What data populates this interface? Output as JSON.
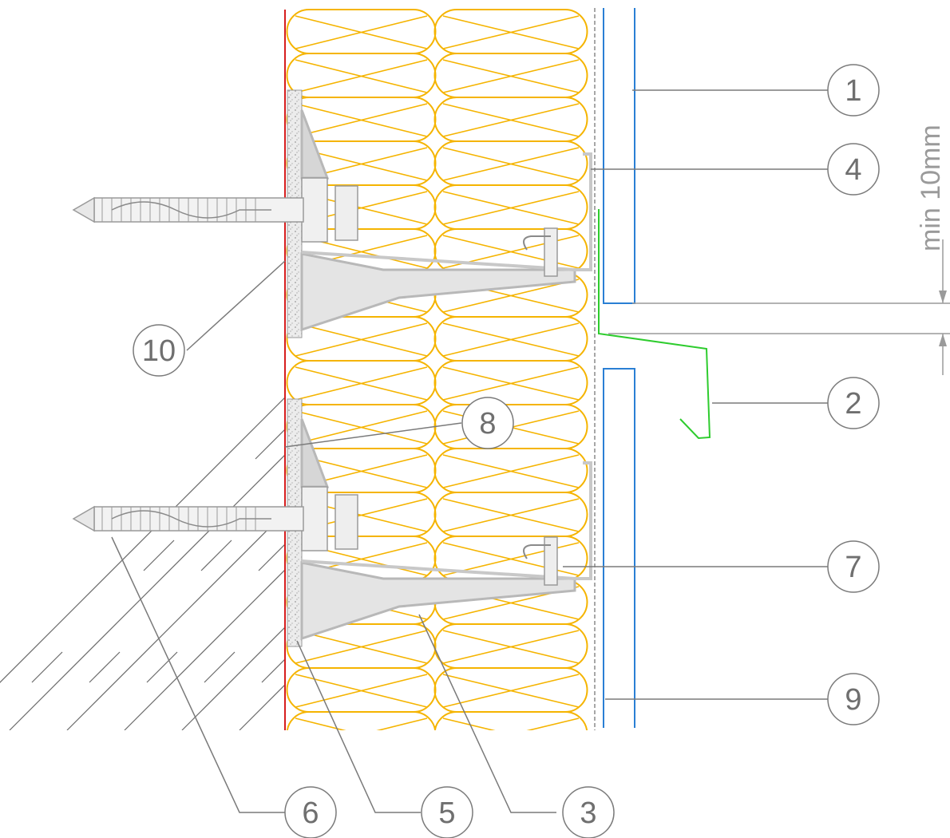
{
  "callouts": [
    {
      "label": "1"
    },
    {
      "label": "4"
    },
    {
      "label": "2"
    },
    {
      "label": "7"
    },
    {
      "label": "9"
    },
    {
      "label": "10"
    },
    {
      "label": "8"
    },
    {
      "label": "6"
    },
    {
      "label": "5"
    },
    {
      "label": "3"
    }
  ],
  "dimension": {
    "label": "min 10mm"
  },
  "colors": {
    "insulation": "#f5b400",
    "sealant_line": "#d61e1e",
    "panel": "#2a7fd4",
    "flashing": "#2ecc2e",
    "leader": "#7a7a7a",
    "bracket": "#b8b8b8",
    "hatch": "#6a6a6a"
  }
}
